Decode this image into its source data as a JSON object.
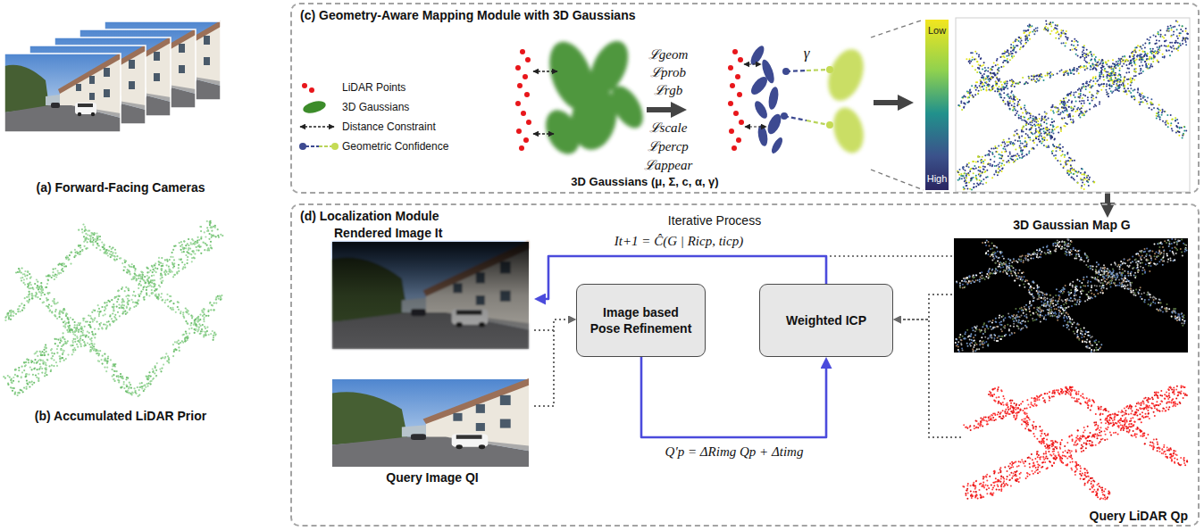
{
  "diagram": {
    "nodes": [
      {
        "text": [
          "(c) Geometry-Aware Mapping Module with 3D Gaussians"
        ]
      },
      {
        "text": [
          "(d) Localization Module"
        ]
      },
      {
        "text": [
          "Rendered Image It"
        ],
        "in": 1
      },
      {
        "text": [
          "Image based Pose Refinement"
        ],
        "in": 1
      },
      {
        "text": [
          "Weighted ICP"
        ],
        "in": 1
      },
      {
        "text": [
          "3D Gaussian Map G"
        ],
        "in": 1
      },
      {
        "text": [
          "Query Image QI"
        ],
        "in": 1
      },
      {
        "text": [
          "Query LiDAR Qp"
        ],
        "in": 1
      }
    ],
    "edges": [
      {
        "from": 2,
        "to": 3,
        "arrow": "to"
      },
      {
        "from": 6,
        "to": 3,
        "arrow": "to"
      },
      {
        "from": 3,
        "to": 4,
        "label": "Q′p = ΔRimg Qp + Δtimg",
        "arrow": "to"
      },
      {
        "from": 4,
        "to": 2,
        "label": "It+1 = Ĉ(G | Ricp, ticp)",
        "arrow": "to"
      },
      {
        "from": 5,
        "to": 4,
        "arrow": "to"
      },
      {
        "from": 7,
        "to": 4,
        "arrow": "to"
      },
      {
        "from": 0,
        "to": 5,
        "arrow": "to"
      }
    ],
    "labels": [
      "(a) Forward-Facing Cameras",
      "(b) Accumulated LiDAR Prior",
      "ℒgeom",
      "ℒprob",
      "ℒrgb",
      "ℒscale",
      "ℒpercp",
      "ℒappear",
      "3D Gaussians (μ, Σ, c, α, γ)",
      "γ",
      "Low",
      "High",
      "Iterative Process"
    ],
    "legend": [
      {
        "text": "LiDAR Points"
      },
      {
        "text": "3D Gaussians"
      },
      {
        "text": "Distance Constraint"
      },
      {
        "text": "Geometric Confidence"
      }
    ]
  }
}
